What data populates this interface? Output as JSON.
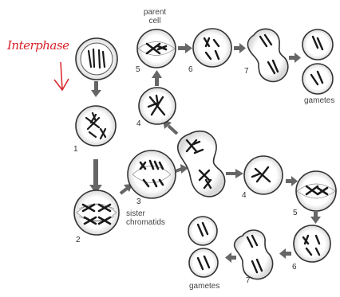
{
  "annotation": {
    "text": "Interphase"
  },
  "labels": {
    "parent_cell": [
      "parent",
      "cell"
    ],
    "sister_chromatids": [
      "sister",
      "chromatids"
    ],
    "gametes_top": "gametes",
    "gametes_bottom": "gametes"
  },
  "stage_numbers": {
    "left_1": "1",
    "left_2": "2",
    "left_3": "3",
    "top_4": "4",
    "top_5": "5",
    "top_6": "6",
    "top_7": "7",
    "bottom_4": "4",
    "bottom_5": "5",
    "bottom_6": "6",
    "bottom_7": "7"
  },
  "colors": {
    "annotation": "#d8232a",
    "line": "#333333",
    "chromosome": "#1a1a1a",
    "cell_fill": "#ffffff",
    "shade": "#e6e6e6"
  }
}
